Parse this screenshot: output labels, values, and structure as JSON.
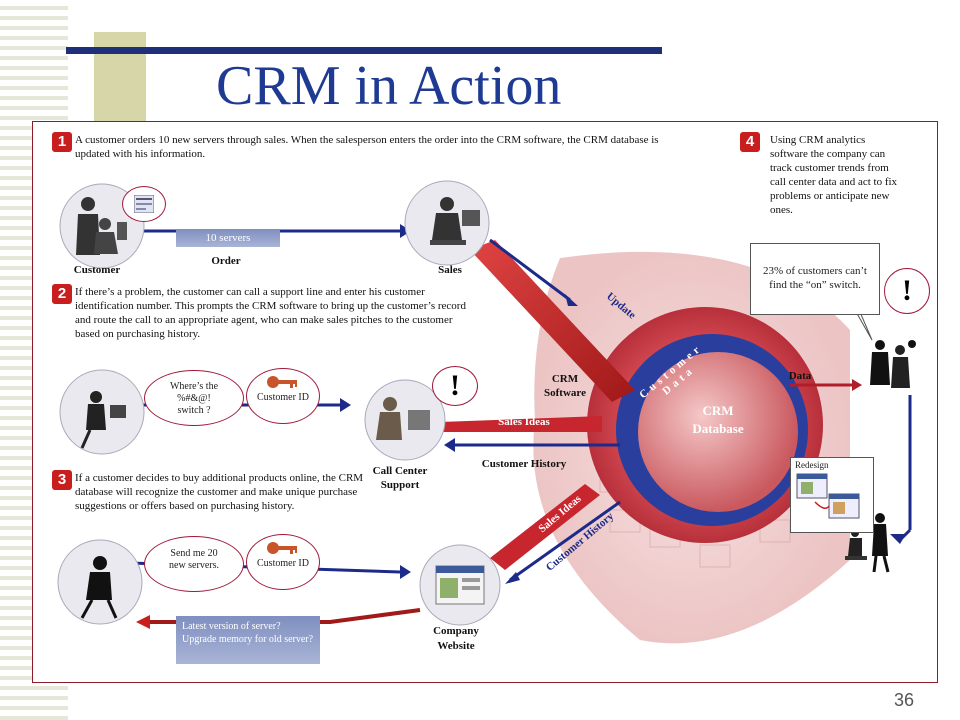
{
  "title": "CRM in Action",
  "page_number": "36",
  "steps": [
    {
      "num": "1",
      "text": "A customer orders 10 new servers through sales. When the salesperson enters the order into the CRM software, the CRM database is updated with his information."
    },
    {
      "num": "2",
      "text": "If there’s a problem, the customer can call a support line and enter his customer identification number. This prompts the CRM software to bring up the customer’s record and route the call to an appropriate agent, who can make sales pitches to the customer based on purchasing history."
    },
    {
      "num": "3",
      "text": "If a customer decides to buy additional products online, the CRM database will recognize the customer and make unique purchase suggestions or offers based on purchasing history."
    },
    {
      "num": "4",
      "text": "Using CRM analytics software the company can track customer trends from call center data and act to fix problems or anticipate new ones."
    }
  ],
  "labels": {
    "customer": "Customer",
    "sales": "Sales",
    "order": "Order",
    "ten_servers": "10 servers",
    "call_center": "Call Center Support",
    "company_website": "Company Website",
    "crm_software": "CRM Software",
    "crm_database": "CRM Database",
    "customer_data": "Customer Data",
    "update": "Update",
    "data": "Data",
    "sales_ideas": "Sales Ideas",
    "customer_history": "Customer History",
    "sales_ideas_2": "Sales Ideas",
    "customer_history_2": "Customer History",
    "customer_id_1": "Customer ID",
    "customer_id_2": "Customer ID",
    "redesign": "Redesign",
    "exclaim_1": "!",
    "exclaim_2": "!"
  },
  "bubbles": {
    "where": "Where’s the %#&@! switch ?",
    "send": "Send me 20 new servers.",
    "pct": "23% of customers can’t find the “on” switch.",
    "latest": "Latest version of server? Upgrade memory for old server?"
  },
  "colors": {
    "title": "#1f3a93",
    "dark_red": "#8c1c2a",
    "navy": "#1c2b8a",
    "badge": "#c81e1e"
  }
}
